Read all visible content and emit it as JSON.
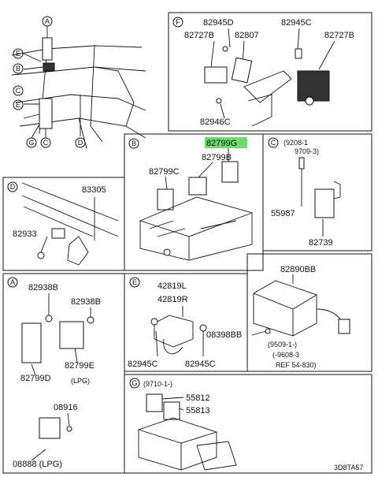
{
  "overview": {
    "callouts": [
      "A",
      "E",
      "B",
      "C",
      "E",
      "G",
      "C",
      "D"
    ]
  },
  "panels": {
    "F": {
      "letter": "F",
      "labels": [
        "82945D",
        "82945C",
        "82727B",
        "82807",
        "82727B",
        "82946C"
      ]
    },
    "B": {
      "letter": "B",
      "labels": [
        "82799G",
        "82799B",
        "82799C"
      ],
      "highlight_color": "#6ddb6d"
    },
    "C": {
      "letter": "C",
      "note1": "(9208-1",
      "note2": "9709-3)",
      "labels": [
        "55987",
        "82739"
      ]
    },
    "D": {
      "letter": "D",
      "labels": [
        "83305",
        "82933"
      ]
    },
    "A": {
      "letter": "A",
      "labels": [
        "82938B",
        "82938B",
        "82799E",
        "82799D",
        "(LPG)",
        "08916",
        "08888 (LPG)"
      ]
    },
    "E": {
      "letter": "E",
      "labels": [
        "42819L",
        "42819R",
        "82945C",
        "82945C",
        "08398BB"
      ]
    },
    "BB": {
      "labels": [
        "82890BB"
      ],
      "notes": [
        "(9509-1-)",
        "(-9608-3",
        "REF 54-830)"
      ]
    },
    "G": {
      "letter": "G",
      "note": "(9710-1-)",
      "labels": [
        "55812",
        "55813"
      ]
    }
  },
  "footer_code": "3D8TA57"
}
